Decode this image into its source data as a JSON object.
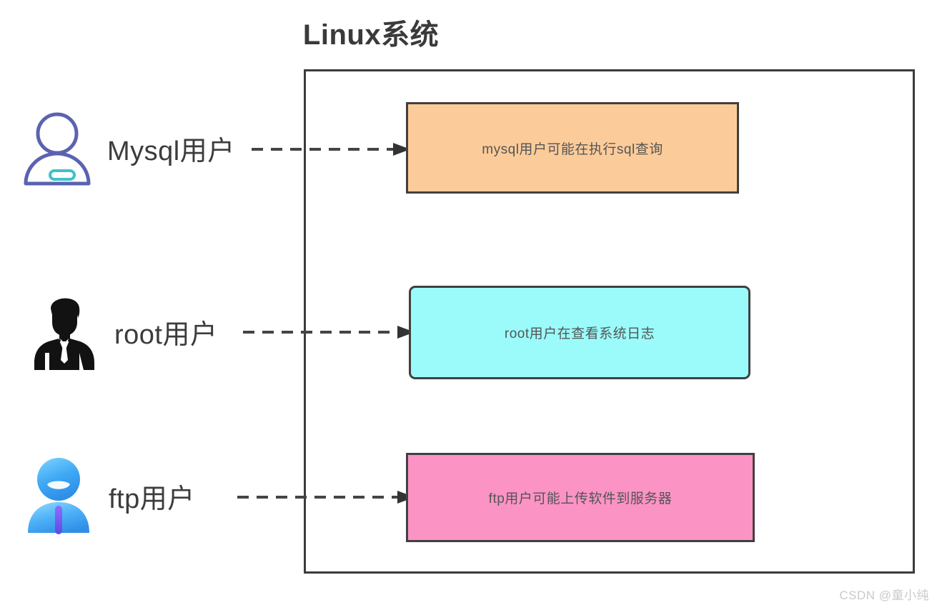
{
  "title": "Linux系统",
  "colors": {
    "title_text": "#3a3a3a",
    "container_border": "#3b3b3b",
    "box_border": "#404040",
    "box_mysql_fill": "#fbcc9a",
    "box_root_fill": "#9bfbfb",
    "box_ftp_fill": "#fb93c5",
    "box_text": "#555555",
    "label_text": "#3c3c3c",
    "arrow": "#444444",
    "icon_mysql_outline": "#5b63b0",
    "icon_mysql_badge": "#3fc1c9",
    "icon_root_fill": "#121212",
    "icon_ftp_blue": "#3fa9f5",
    "icon_ftp_stripe": "#7b5cf0",
    "watermark": "#c9c9c9"
  },
  "rows": [
    {
      "id": "mysql",
      "icon_name": "user-outline-icon",
      "label": "Mysql用户",
      "connector_name": "dashed-arrow-mysql",
      "box_text": "mysql用户可能在执行sql查询",
      "box_fill": "#fbcc9a"
    },
    {
      "id": "root",
      "icon_name": "businessman-silhouette-icon",
      "label": "root用户",
      "connector_name": "dashed-arrow-root",
      "box_text": "root用户在查看系统日志",
      "box_fill": "#9bfbfb"
    },
    {
      "id": "ftp",
      "icon_name": "user-avatar-blue-icon",
      "label": "ftp用户",
      "connector_name": "dashed-arrow-ftp",
      "box_text": "ftp用户可能上传软件到服务器",
      "box_fill": "#fb93c5"
    }
  ],
  "watermark": "CSDN @童小纯"
}
